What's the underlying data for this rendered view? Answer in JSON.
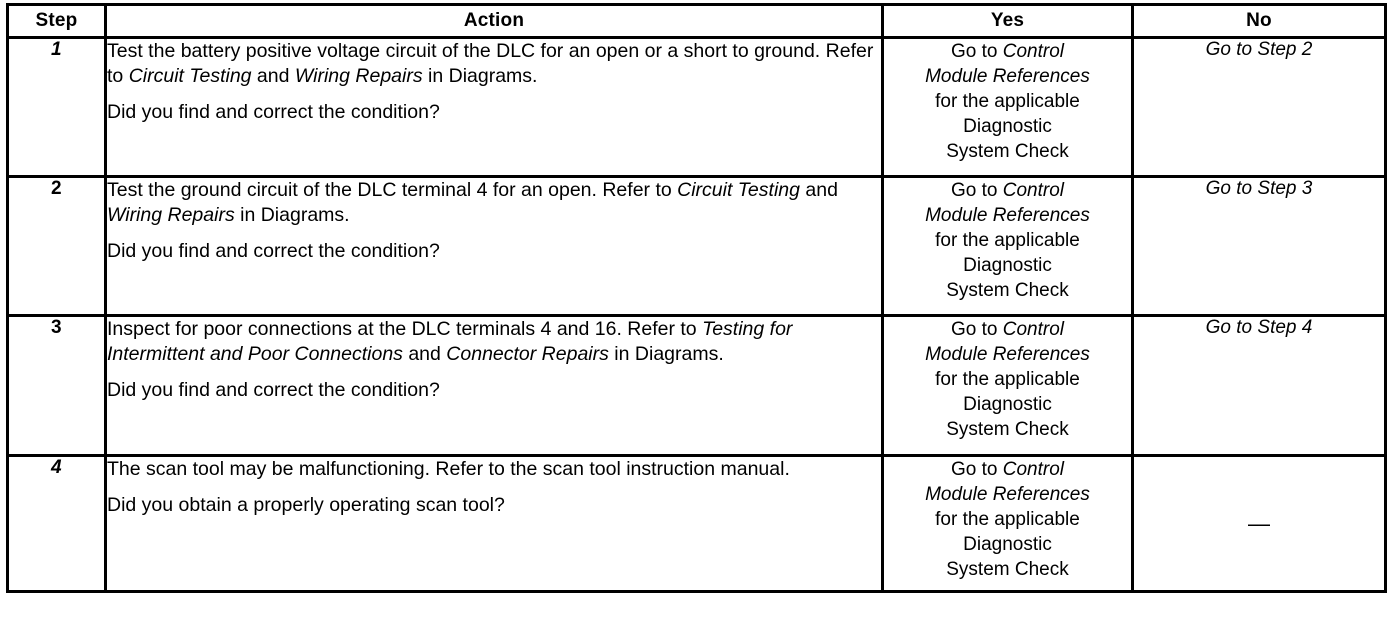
{
  "table": {
    "headers": [
      {
        "key": "step",
        "label": "Step"
      },
      {
        "key": "action",
        "label": "Action"
      },
      {
        "key": "yes",
        "label": "Yes"
      },
      {
        "key": "no",
        "label": "No"
      }
    ],
    "yes_answer": {
      "line1_plain": "Go to ",
      "line1_italic": "Control",
      "line2_italic": "Module References",
      "line3_plain": "for the applicable",
      "line4_plain": "Diagnostic",
      "line5_plain": "System Check"
    },
    "rows": [
      {
        "step": "1",
        "action": {
          "p1_a": "Test the battery positive voltage circuit of the DLC for an open or a short to ground. Refer to ",
          "p1_i1": "Circuit Testing",
          "p1_b": " and ",
          "p1_i2": "Wiring Repairs",
          "p1_c": " in Diagrams.",
          "p2": "Did you find and correct the condition?"
        },
        "no": "Go to Step 2"
      },
      {
        "step": "2",
        "action": {
          "p1_a": "Test the ground circuit of the DLC terminal 4 for an open. Refer to ",
          "p1_i1": "Circuit Testing",
          "p1_b": " and ",
          "p1_i2": "Wiring Repairs",
          "p1_c": " in Diagrams.",
          "p2": "Did you find and correct the condition?"
        },
        "no": "Go to Step 3"
      },
      {
        "step": "3",
        "action": {
          "p1_a": "Inspect for poor connections at the DLC terminals 4 and 16. Refer to ",
          "p1_i1": "Testing for Intermittent and Poor Connections",
          "p1_b": " and ",
          "p1_i2": "Connector Repairs",
          "p1_c": " in Diagrams.",
          "p2": "Did you find and correct the condition?"
        },
        "no": "Go to Step 4"
      },
      {
        "step": "4",
        "action": {
          "p1_a": "The scan tool may be malfunctioning. Refer to the scan tool instruction manual.",
          "p1_i1": "",
          "p1_b": "",
          "p1_i2": "",
          "p1_c": "",
          "p2": "Did you obtain a properly operating scan tool?"
        },
        "no": "—"
      }
    ]
  }
}
